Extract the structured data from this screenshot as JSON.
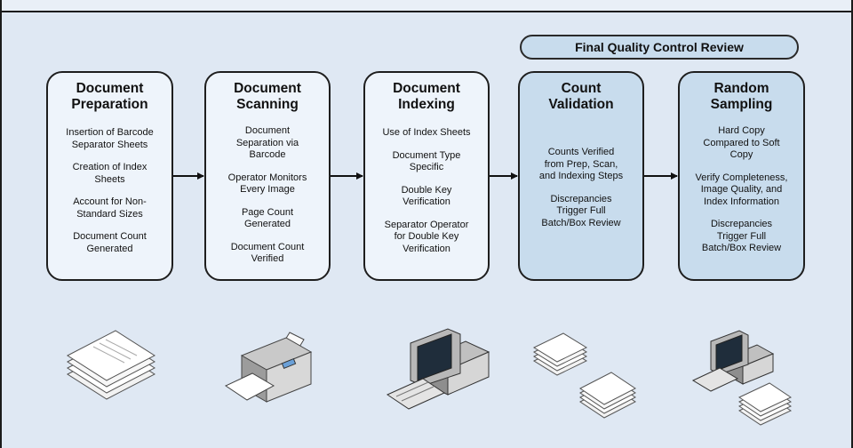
{
  "banner": {
    "label": "Final Quality Control Review"
  },
  "stages": [
    {
      "title": "Document\nPreparation",
      "items": [
        "Insertion of Barcode\nSeparator Sheets",
        "Creation of Index\nSheets",
        "Account for Non-\nStandard Sizes",
        "Document Count\nGenerated"
      ]
    },
    {
      "title": "Document\nScanning",
      "items": [
        "Document\nSeparation via\nBarcode",
        "Operator Monitors\nEvery Image",
        "Page Count\nGenerated",
        "Document Count\nVerified"
      ]
    },
    {
      "title": "Document\nIndexing",
      "items": [
        "Use of Index Sheets",
        "Document Type\nSpecific",
        "Double Key\nVerification",
        "Separator Operator\nfor Double Key\nVerification"
      ]
    },
    {
      "title": "Count\nValidation",
      "items": [
        "Counts Verified\nfrom Prep, Scan,\nand Indexing Steps",
        "Discrepancies\nTrigger Full\nBatch/Box Review"
      ]
    },
    {
      "title": "Random\nSampling",
      "items": [
        "Hard Copy\nCompared to Soft\nCopy",
        "Verify Completeness,\nImage Quality, and\nIndex Information",
        "Discrepancies\nTrigger Full\nBatch/Box Review"
      ]
    }
  ],
  "icons": [
    "paper-stack-icon",
    "scanner-icon",
    "computer-icon",
    "paper-stacks-icon",
    "computer-with-papers-icon"
  ]
}
